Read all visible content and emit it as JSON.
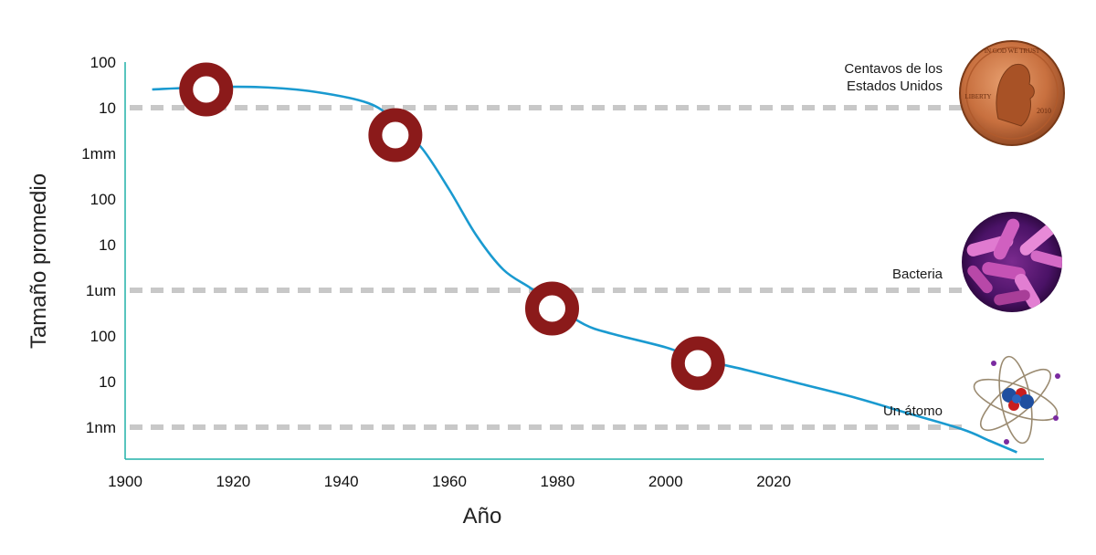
{
  "chart_data": {
    "type": "line",
    "title": "",
    "xlabel": "Año",
    "ylabel": "Tamaño promedio",
    "y_scale": "log",
    "x_ticks": [
      "1900",
      "1920",
      "1940",
      "1960",
      "1980",
      "2000",
      "2020"
    ],
    "y_ticks": [
      "100",
      "10",
      "1mm",
      "100",
      "10",
      "1um",
      "100",
      "10",
      "1nm"
    ],
    "y_tick_exponents": [
      -1,
      -2,
      -3,
      -4,
      -5,
      -6,
      -7,
      -8,
      -9
    ],
    "xlim": [
      1900,
      2070
    ],
    "ylim_exponent": [
      -9.7,
      -1
    ],
    "grid": false,
    "legend": "none",
    "series": [
      {
        "color": "#1a9ad0",
        "x": [
          1905,
          1915,
          1925,
          1935,
          1945,
          1950,
          1955,
          1960,
          1965,
          1970,
          1975,
          1979,
          1985,
          1990,
          2000,
          2006,
          2015,
          2025,
          2035,
          2045,
          2055,
          2060,
          2065
        ],
        "y_exponent": [
          -1.6,
          -1.55,
          -1.55,
          -1.65,
          -1.9,
          -2.3,
          -2.9,
          -3.8,
          -4.8,
          -5.55,
          -5.95,
          -6.3,
          -6.75,
          -6.95,
          -7.25,
          -7.5,
          -7.75,
          -8.05,
          -8.35,
          -8.7,
          -9.05,
          -9.3,
          -9.55
        ]
      }
    ],
    "markers": {
      "color": "#8b1a1a",
      "points": [
        {
          "x": 1915,
          "y_exponent": -1.6
        },
        {
          "x": 1950,
          "y_exponent": -2.6
        },
        {
          "x": 1979,
          "y_exponent": -6.4
        },
        {
          "x": 2006,
          "y_exponent": -7.6
        }
      ]
    },
    "reference_lines": [
      {
        "y_exponent": -2,
        "label_lines": [
          "Centavos de los",
          "Estados Unidos"
        ],
        "icon": "penny-icon"
      },
      {
        "y_exponent": -6,
        "label_lines": [
          "Bacteria"
        ],
        "icon": "bacteria-icon"
      },
      {
        "y_exponent": -9,
        "label_lines": [
          "Un átomo"
        ],
        "icon": "atom-icon"
      }
    ],
    "colors": {
      "axis": "#20b0a8",
      "curve": "#1a9ad0",
      "marker": "#8b1a1a",
      "reference": "#c8c8c8"
    }
  },
  "penny": {
    "top_text": "IN GOD WE TRUST",
    "left_text": "LIBERTY",
    "year": "2010"
  }
}
